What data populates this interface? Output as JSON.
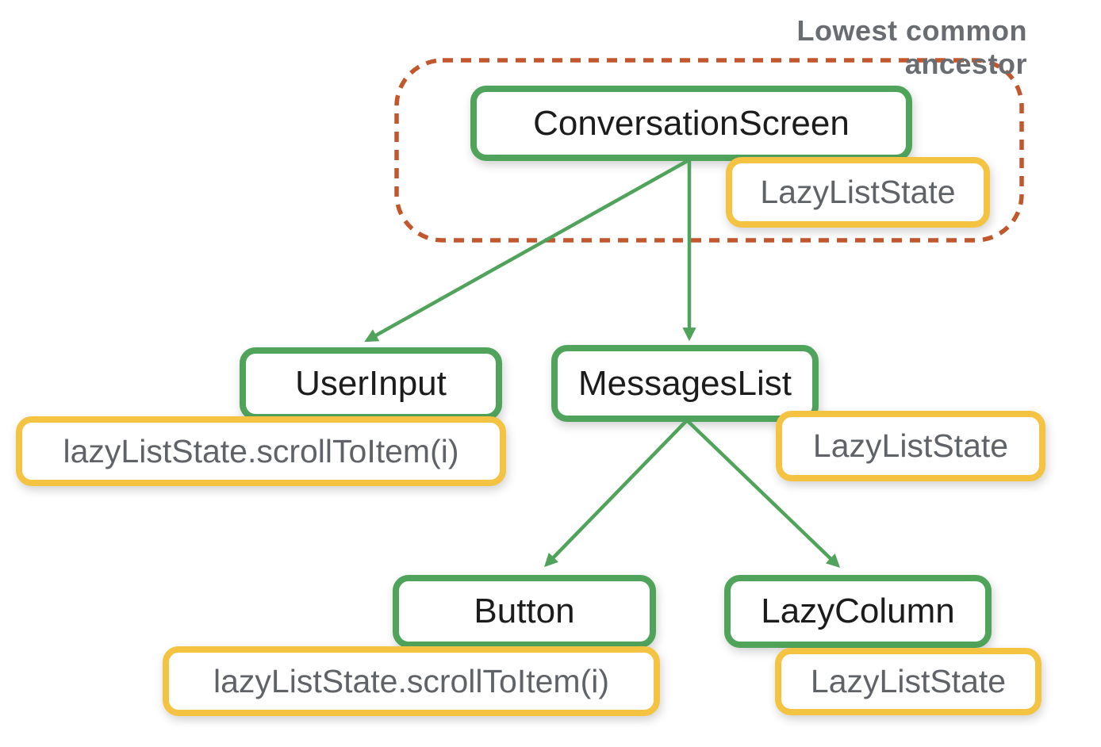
{
  "diagram": {
    "annotation_label": "Lowest common ancestor",
    "nodes": {
      "conversation_screen": {
        "label": "ConversationScreen",
        "state": "LazyListState"
      },
      "user_input": {
        "label": "UserInput",
        "state": "lazyListState.scrollToItem(i)"
      },
      "messages_list": {
        "label": "MessagesList",
        "state": "LazyListState"
      },
      "button": {
        "label": "Button",
        "state": "lazyListState.scrollToItem(i)"
      },
      "lazy_column": {
        "label": "LazyColumn",
        "state": "LazyListState"
      }
    },
    "edges": [
      {
        "from": "ConversationScreen",
        "to": "UserInput"
      },
      {
        "from": "ConversationScreen",
        "to": "MessagesList"
      },
      {
        "from": "MessagesList",
        "to": "Button"
      },
      {
        "from": "MessagesList",
        "to": "LazyColumn"
      }
    ],
    "colors": {
      "node_border_green": "#50A35B",
      "state_border_yellow": "#F5C342",
      "ancestor_outline_orange": "#C2572E",
      "node_text": "#1C1C1C",
      "state_text": "#5F6368",
      "annotation_text": "#696C70"
    }
  }
}
